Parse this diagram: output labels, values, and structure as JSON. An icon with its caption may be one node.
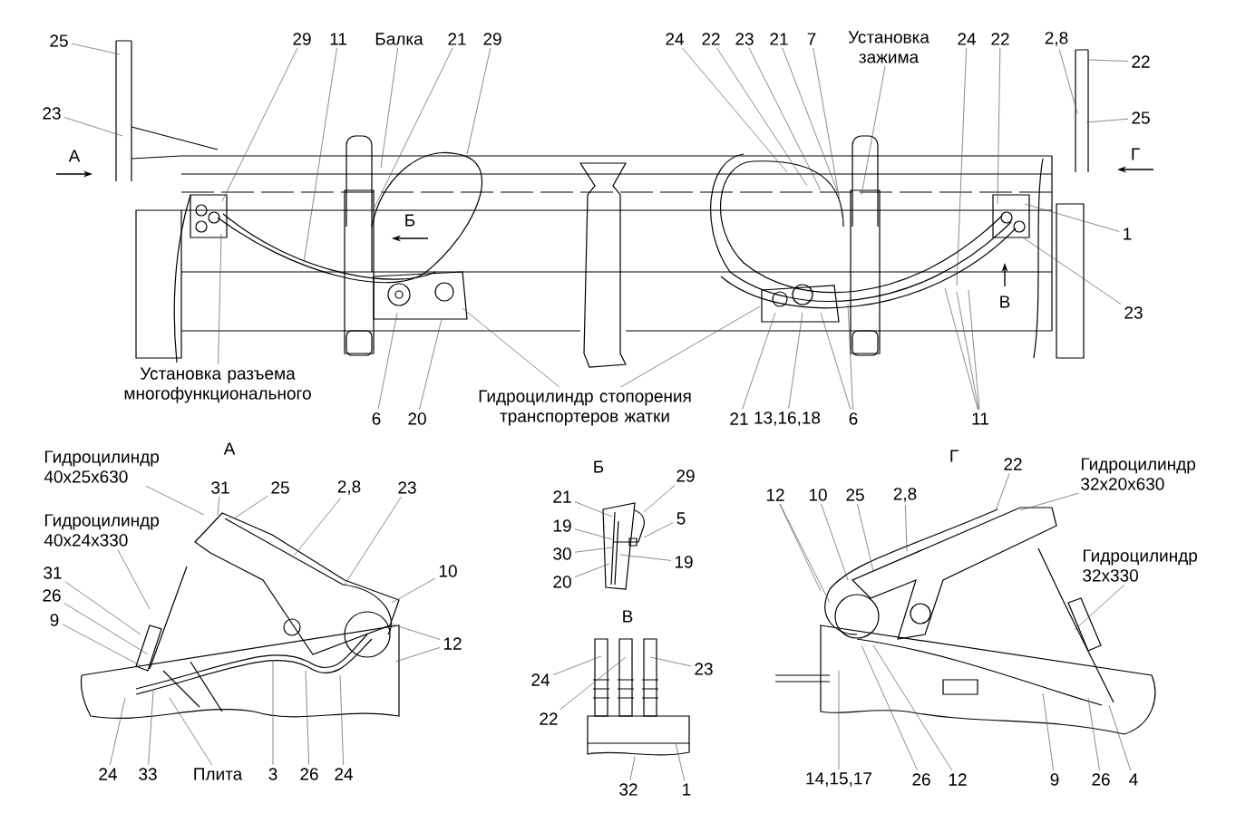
{
  "diagram": {
    "nodes": [
      {
        "text": [
          "25"
        ]
      },
      {
        "text": [
          "23"
        ]
      },
      {
        "text": [
          "29"
        ]
      },
      {
        "text": [
          "11"
        ]
      },
      {
        "text": [
          "Балка"
        ]
      },
      {
        "text": [
          "21"
        ]
      },
      {
        "text": [
          "29"
        ]
      },
      {
        "text": [
          "24"
        ]
      },
      {
        "text": [
          "22"
        ]
      },
      {
        "text": [
          "23"
        ]
      },
      {
        "text": [
          "21"
        ]
      },
      {
        "text": [
          "7"
        ]
      },
      {
        "text": [
          "Установка зажима"
        ]
      },
      {
        "text": [
          "24"
        ]
      },
      {
        "text": [
          "22"
        ]
      },
      {
        "text": [
          "2,8"
        ]
      },
      {
        "text": [
          "22"
        ]
      },
      {
        "text": [
          "25"
        ]
      },
      {
        "text": [
          "1"
        ]
      },
      {
        "text": [
          "23"
        ]
      },
      {
        "text": [
          "11"
        ]
      },
      {
        "text": [
          "6"
        ]
      },
      {
        "text": [
          "13,16,18"
        ]
      },
      {
        "text": [
          "21"
        ]
      },
      {
        "text": [
          "Гидроцилиндр стопорения транспортеров жатки"
        ]
      },
      {
        "text": [
          "20"
        ]
      },
      {
        "text": [
          "6"
        ]
      },
      {
        "text": [
          "Установка разъема многофункционального"
        ]
      },
      {
        "text": [
          "Гидроцилиндр 40х25х630"
        ]
      },
      {
        "text": [
          "31"
        ]
      },
      {
        "text": [
          "25"
        ]
      },
      {
        "text": [
          "2,8"
        ]
      },
      {
        "text": [
          "23"
        ]
      },
      {
        "text": [
          "Гидроцилиндр 40х24х330"
        ]
      },
      {
        "text": [
          "31"
        ]
      },
      {
        "text": [
          "26"
        ]
      },
      {
        "text": [
          "9"
        ]
      },
      {
        "text": [
          "10"
        ]
      },
      {
        "text": [
          "12"
        ]
      },
      {
        "text": [
          "24"
        ]
      },
      {
        "text": [
          "33"
        ]
      },
      {
        "text": [
          "Плита"
        ]
      },
      {
        "text": [
          "3"
        ]
      },
      {
        "text": [
          "26"
        ]
      },
      {
        "text": [
          "24"
        ]
      },
      {
        "text": [
          "29"
        ]
      },
      {
        "text": [
          "21"
        ]
      },
      {
        "text": [
          "5"
        ]
      },
      {
        "text": [
          "19"
        ]
      },
      {
        "text": [
          "30"
        ]
      },
      {
        "text": [
          "19"
        ]
      },
      {
        "text": [
          "20"
        ]
      },
      {
        "text": [
          "24"
        ]
      },
      {
        "text": [
          "23"
        ]
      },
      {
        "text": [
          "22"
        ]
      },
      {
        "text": [
          "32"
        ]
      },
      {
        "text": [
          "1"
        ]
      },
      {
        "text": [
          "22"
        ]
      },
      {
        "text": [
          "Гидроцилиндр 32х20х630"
        ]
      },
      {
        "text": [
          "12"
        ]
      },
      {
        "text": [
          "10"
        ]
      },
      {
        "text": [
          "25"
        ]
      },
      {
        "text": [
          "2,8"
        ]
      },
      {
        "text": [
          "Гидроцилиндр 32х330"
        ]
      },
      {
        "text": [
          "14,15,17"
        ]
      },
      {
        "text": [
          "26"
        ]
      },
      {
        "text": [
          "12"
        ]
      },
      {
        "text": [
          "9"
        ]
      },
      {
        "text": [
          "26"
        ]
      },
      {
        "text": [
          "4"
        ]
      },
      {
        "text": [],
        "shape": "picture"
      },
      {
        "text": [],
        "shape": "picture"
      },
      {
        "text": [],
        "shape": "picture"
      },
      {
        "text": [],
        "shape": "picture"
      },
      {
        "text": [],
        "shape": "picture"
      },
      {
        "text": [],
        "shape": "picture"
      },
      {
        "text": [],
        "shape": "picture"
      },
      {
        "text": [],
        "shape": "picture"
      },
      {
        "text": [],
        "shape": "picture"
      },
      {
        "text": [],
        "shape": "picture"
      },
      {
        "text": [],
        "shape": "picture"
      },
      {
        "text": [],
        "shape": "picture"
      }
    ],
    "edges": [
      {
        "from": 0,
        "to": 71,
        "arrow": "none"
      },
      {
        "from": 1,
        "to": 71,
        "arrow": "none"
      },
      {
        "from": 2,
        "to": 70,
        "arrow": "none"
      },
      {
        "from": 3,
        "to": 70,
        "arrow": "none"
      },
      {
        "from": 4,
        "to": 70,
        "arrow": "none"
      },
      {
        "from": 5,
        "to": 70,
        "arrow": "none"
      },
      {
        "from": 6,
        "to": 70,
        "arrow": "none"
      },
      {
        "from": 7,
        "to": 70,
        "arrow": "none"
      },
      {
        "from": 8,
        "to": 70,
        "arrow": "none"
      },
      {
        "from": 9,
        "to": 70,
        "arrow": "none"
      },
      {
        "from": 10,
        "to": 70,
        "arrow": "none"
      },
      {
        "from": 11,
        "to": 70,
        "arrow": "none"
      },
      {
        "from": 12,
        "to": 70,
        "arrow": "none"
      },
      {
        "from": 13,
        "to": 70,
        "arrow": "none"
      },
      {
        "from": 14,
        "to": 70,
        "arrow": "none"
      },
      {
        "from": 15,
        "to": 72,
        "arrow": "none"
      },
      {
        "from": 16,
        "to": 72,
        "arrow": "none"
      },
      {
        "from": 17,
        "to": 72,
        "arrow": "none"
      },
      {
        "from": 18,
        "to": 70,
        "arrow": "none"
      },
      {
        "from": 19,
        "to": 70,
        "arrow": "none"
      },
      {
        "from": 20,
        "to": 70,
        "arrow": "none"
      },
      {
        "from": 20,
        "to": 70,
        "arrow": "none"
      },
      {
        "from": 20,
        "to": 70,
        "arrow": "none"
      },
      {
        "from": 21,
        "to": 70,
        "arrow": "none"
      },
      {
        "from": 21,
        "to": 70,
        "arrow": "none"
      },
      {
        "from": 22,
        "to": 70,
        "arrow": "none"
      },
      {
        "from": 23,
        "to": 70,
        "arrow": "none"
      },
      {
        "from": 24,
        "to": 70,
        "arrow": "none"
      },
      {
        "from": 24,
        "to": 70,
        "arrow": "none"
      },
      {
        "from": 25,
        "to": 70,
        "arrow": "none"
      },
      {
        "from": 26,
        "to": 70,
        "arrow": "none"
      },
      {
        "from": 27,
        "to": 70,
        "arrow": "none"
      },
      {
        "from": 28,
        "to": 74,
        "arrow": "none"
      },
      {
        "from": 29,
        "to": 74,
        "arrow": "none"
      },
      {
        "from": 30,
        "to": 74,
        "arrow": "none"
      },
      {
        "from": 31,
        "to": 74,
        "arrow": "none"
      },
      {
        "from": 32,
        "to": 74,
        "arrow": "none"
      },
      {
        "from": 33,
        "to": 75,
        "arrow": "none"
      },
      {
        "from": 34,
        "to": 75,
        "arrow": "none"
      },
      {
        "from": 35,
        "to": 75,
        "arrow": "none"
      },
      {
        "from": 36,
        "to": 75,
        "arrow": "none"
      },
      {
        "from": 37,
        "to": 74,
        "arrow": "none"
      },
      {
        "from": 38,
        "to": 74,
        "arrow": "none"
      },
      {
        "from": 38,
        "to": 73,
        "arrow": "none"
      },
      {
        "from": 39,
        "to": 73,
        "arrow": "none"
      },
      {
        "from": 40,
        "to": 73,
        "arrow": "none"
      },
      {
        "from": 41,
        "to": 73,
        "arrow": "none"
      },
      {
        "from": 42,
        "to": 73,
        "arrow": "none"
      },
      {
        "from": 43,
        "to": 73,
        "arrow": "none"
      },
      {
        "from": 44,
        "to": 73,
        "arrow": "none"
      },
      {
        "from": 45,
        "to": 76,
        "arrow": "none"
      },
      {
        "from": 46,
        "to": 76,
        "arrow": "none"
      },
      {
        "from": 47,
        "to": 76,
        "arrow": "none"
      },
      {
        "from": 48,
        "to": 76,
        "arrow": "none"
      },
      {
        "from": 49,
        "to": 76,
        "arrow": "none"
      },
      {
        "from": 50,
        "to": 76,
        "arrow": "none"
      },
      {
        "from": 51,
        "to": 76,
        "arrow": "none"
      },
      {
        "from": 52,
        "to": 77,
        "arrow": "none"
      },
      {
        "from": 53,
        "to": 77,
        "arrow": "none"
      },
      {
        "from": 54,
        "to": 77,
        "arrow": "none"
      },
      {
        "from": 55,
        "to": 77,
        "arrow": "none"
      },
      {
        "from": 56,
        "to": 77,
        "arrow": "none"
      },
      {
        "from": 57,
        "to": 79,
        "arrow": "none"
      },
      {
        "from": 58,
        "to": 79,
        "arrow": "none"
      },
      {
        "from": 59,
        "to": 79,
        "arrow": "none"
      },
      {
        "from": 59,
        "to": 79,
        "arrow": "none"
      },
      {
        "from": 60,
        "to": 79,
        "arrow": "none"
      },
      {
        "from": 61,
        "to": 79,
        "arrow": "none"
      },
      {
        "from": 62,
        "to": 79,
        "arrow": "none"
      },
      {
        "from": 63,
        "to": 81,
        "arrow": "none"
      },
      {
        "from": 64,
        "to": 78,
        "arrow": "none"
      },
      {
        "from": 65,
        "to": 78,
        "arrow": "none"
      },
      {
        "from": 66,
        "to": 78,
        "arrow": "none"
      },
      {
        "from": 67,
        "to": 78,
        "arrow": "none"
      },
      {
        "from": 68,
        "to": 81,
        "arrow": "none"
      },
      {
        "from": 69,
        "to": 78,
        "arrow": "none"
      }
    ],
    "labels": [
      "А",
      "Г",
      "Б",
      "В",
      "А",
      "Г",
      "Б",
      "В"
    ]
  }
}
